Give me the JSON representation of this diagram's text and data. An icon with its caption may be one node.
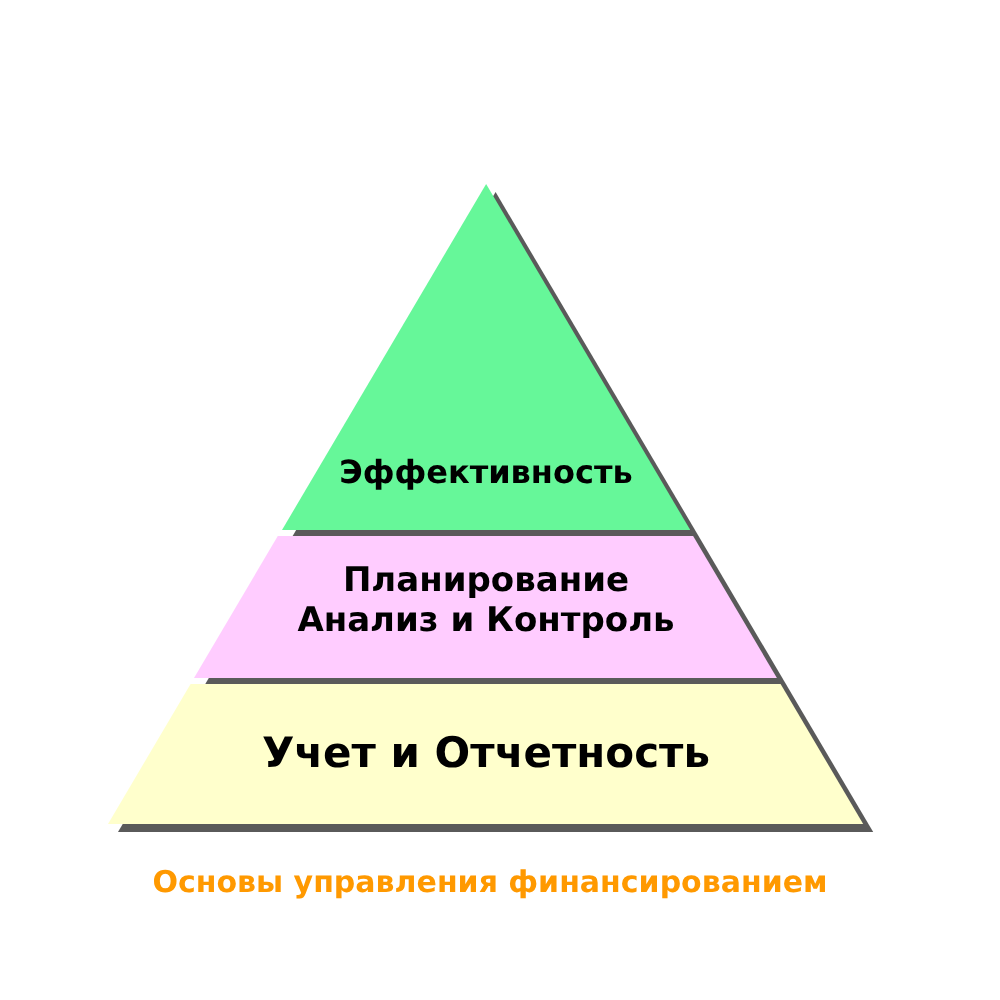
{
  "diagram": {
    "caption": "Основы управления финансированием",
    "nodes": [
      {
        "text": [
          "Эффективность"
        ]
      },
      {
        "text": [
          "Планирование Анализ и Контроль"
        ]
      },
      {
        "text": [
          "Учет и Отчетность"
        ]
      }
    ]
  }
}
